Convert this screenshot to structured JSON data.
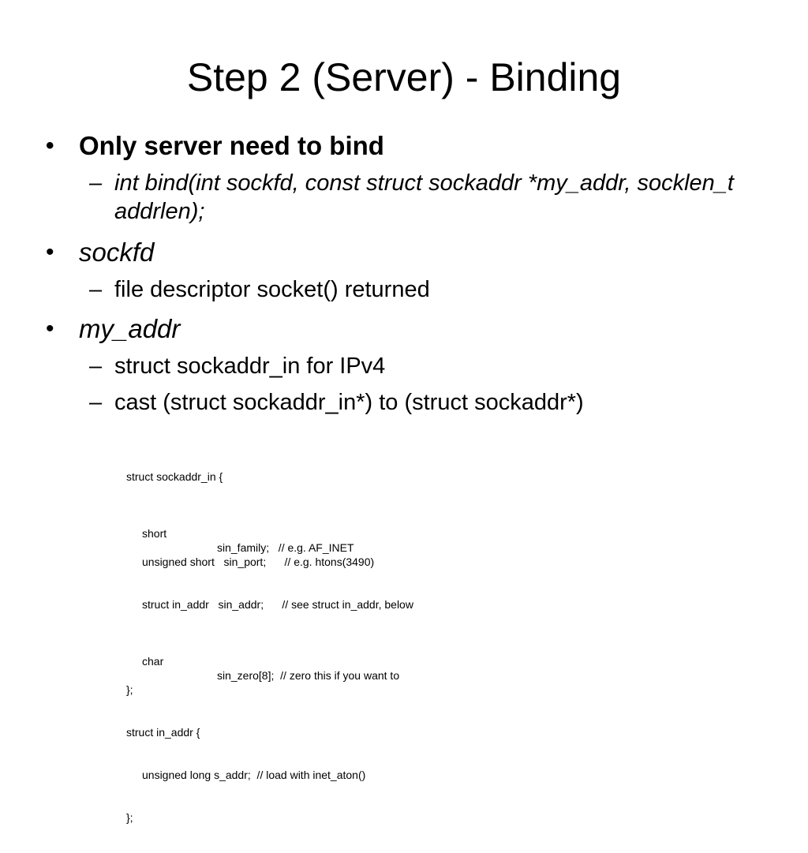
{
  "slide": {
    "title": "Step 2 (Server) - Binding",
    "bullet_glyph": "•",
    "dash_glyph": "–",
    "bullets": [
      {
        "text": "Only server need to bind",
        "subs": [
          "int bind(int sockfd, const struct sockaddr *my_addr, socklen_t addrlen);"
        ]
      },
      {
        "text": "sockfd",
        "subs": [
          "file descriptor socket() returned"
        ]
      },
      {
        "text": "my_addr",
        "subs": [
          "struct sockaddr_in for IPv4",
          "cast (struct sockaddr_in*) to (struct sockaddr*)"
        ]
      }
    ],
    "code": {
      "line1": "struct sockaddr_in {",
      "line2_type": "short",
      "line2_rest": "sin_family;   // e.g. AF_INET",
      "line3": "unsigned short   sin_port;      // e.g. htons(3490)",
      "line4": "struct in_addr   sin_addr;      // see struct in_addr, below",
      "line5_type": "char",
      "line5_rest": "sin_zero[8];  // zero this if you want to",
      "line6": "};",
      "line7": "struct in_addr {",
      "line8": "unsigned long s_addr;  // load with inet_aton()",
      "line9": "};"
    }
  }
}
